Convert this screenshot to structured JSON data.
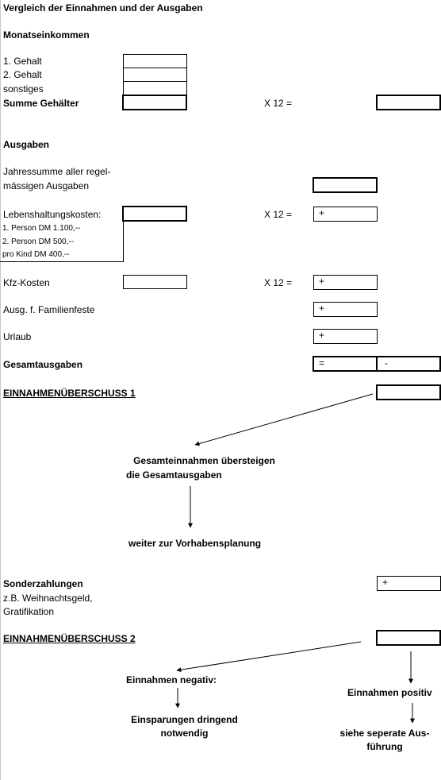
{
  "title": "Vergleich der Einnahmen und der Ausgaben",
  "income": {
    "heading": "Monatseinkommen",
    "items": [
      "1. Gehalt",
      "2. Gehalt",
      "sonstiges"
    ],
    "sum_label": "Summe Gehälter",
    "times12": "X 12 ="
  },
  "expenses": {
    "heading": "Ausgaben",
    "yearly_line1": "Jahressumme aller regel-",
    "yearly_line2": "mässigen Ausgaben",
    "living_label": "Lebenshaltungskosten:",
    "living_times": "X 12 =",
    "living_notes": [
      "1. Person DM 1.100,--",
      "2. Person DM   500,--",
      "pro Kind   DM   400,--"
    ],
    "kfz_label": "Kfz-Kosten",
    "kfz_times": "X 12 =",
    "family_label": "Ausg. f. Familienfeste",
    "vacation_label": "Urlaub",
    "total_label": "Gesamtausgaben",
    "plus": "+",
    "equals": "=",
    "minus": "-"
  },
  "surplus1": {
    "label": "EINNAHMENÜBERSCHUSS 1",
    "result_line1": "Gesamteinnahmen übersteigen",
    "result_line2": "die Gesamtausgaben",
    "next": "weiter zur Vorhabensplanung"
  },
  "special": {
    "heading": "Sonderzahlungen",
    "line1": "z.B. Weihnachtsgeld,",
    "line2": "Gratifikation",
    "plus": "+"
  },
  "surplus2": {
    "label": "EINNAHMENÜBERSCHUSS 2",
    "negative": "Einnahmen negativ:",
    "negative_result1": "Einsparungen dringend",
    "negative_result2": "notwendig",
    "positive": "Einnahmen positiv",
    "positive_result1": "siehe seperate Aus-",
    "positive_result2": "führung"
  }
}
